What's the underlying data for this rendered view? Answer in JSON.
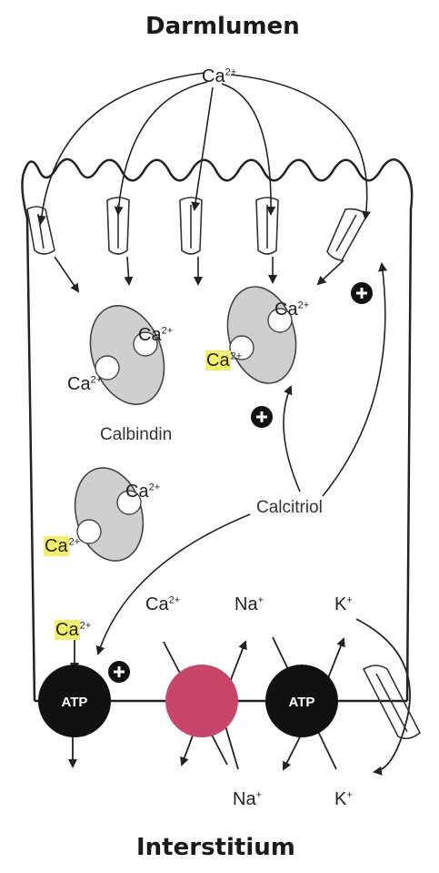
{
  "title_top": "Darmlumen",
  "title_bottom": "Interstitium",
  "ions": {
    "ca_top": "Ca",
    "ca_top_charge": "2+",
    "ca_calbindin_left": "Ca",
    "ca_calbindin_left_charge": "2+",
    "ca_calbindin_left_inner": "Ca",
    "ca_calbindin_left_inner_charge": "2+",
    "ca_calbindin_right": "Ca",
    "ca_calbindin_right_charge": "2+",
    "ca_calbindin_right_inner": "Ca",
    "ca_calbindin_right_inner_charge": "2+",
    "ca_calbindin_lower": "Ca",
    "ca_calbindin_lower_charge": "2+",
    "ca_calbindin_lower_inner": "Ca",
    "ca_calbindin_lower_inner_charge": "2+",
    "ca_pump": "Ca",
    "ca_pump_charge": "2+",
    "ca_exchanger": "Ca",
    "ca_exchanger_charge": "2+",
    "na_top": "Na",
    "na_top_charge": "+",
    "k_top": "K",
    "k_top_charge": "+",
    "na_bottom": "Na",
    "na_bottom_charge": "+",
    "k_bottom": "K",
    "k_bottom_charge": "+"
  },
  "labels": {
    "calbindin": "Calbindin",
    "calcitriol": "Calcitriol",
    "atp_left": "ATP",
    "atp_right": "ATP"
  },
  "colors": {
    "highlight": "#f4ef6a",
    "calbindin_fill": "#cfcfcf",
    "exchanger_fill": "#c8466a",
    "atp_fill": "#111111",
    "line": "#222222"
  }
}
